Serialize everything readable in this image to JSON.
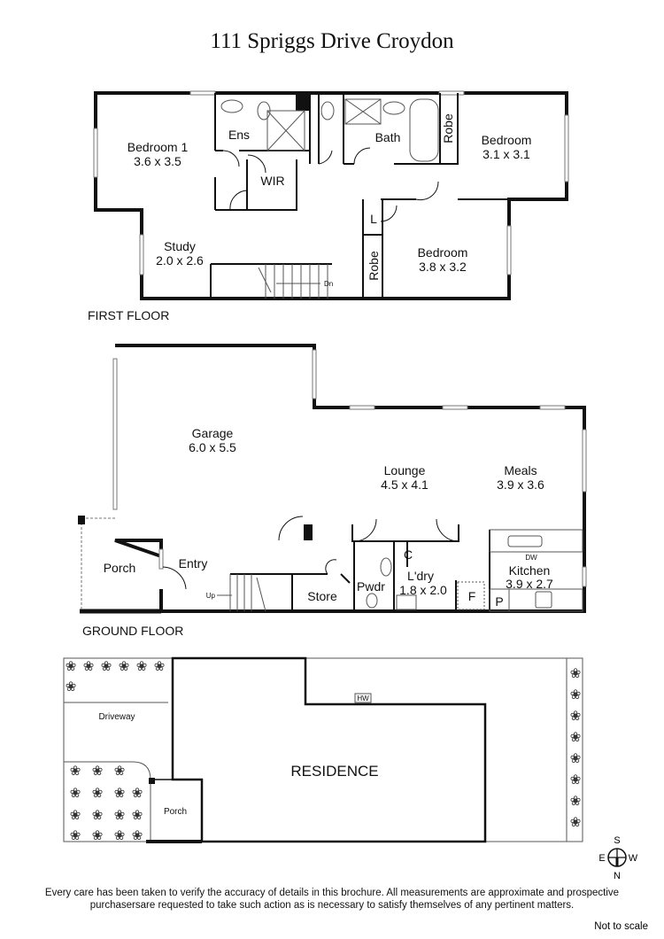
{
  "title": "111 Spriggs Drive Croydon",
  "first_floor": {
    "label": "FIRST FLOOR",
    "rooms": {
      "bedroom1": {
        "name": "Bedroom 1",
        "size": "3.6 x 3.5"
      },
      "ens": {
        "name": "Ens"
      },
      "wir": {
        "name": "WIR"
      },
      "bath": {
        "name": "Bath"
      },
      "robe1": {
        "name": "Robe"
      },
      "bedroom2": {
        "name": "Bedroom",
        "size": "3.1 x 3.1"
      },
      "linen": {
        "name": "L"
      },
      "robe2": {
        "name": "Robe"
      },
      "bedroom3": {
        "name": "Bedroom",
        "size": "3.8 x 3.2"
      },
      "study": {
        "name": "Study",
        "size": "2.0 x 2.6"
      }
    },
    "stairs_label": "Dn"
  },
  "ground_floor": {
    "label": "GROUND FLOOR",
    "rooms": {
      "garage": {
        "name": "Garage",
        "size": "6.0 x 5.5"
      },
      "lounge": {
        "name": "Lounge",
        "size": "4.5 x 4.1"
      },
      "meals": {
        "name": "Meals",
        "size": "3.9 x 3.6"
      },
      "porch": {
        "name": "Porch"
      },
      "entry": {
        "name": "Entry"
      },
      "store": {
        "name": "Store"
      },
      "pwdr": {
        "name": "Pwdr"
      },
      "cupboard": {
        "name": "C"
      },
      "laundry": {
        "name": "L'dry",
        "size": "1.8 x 2.0"
      },
      "fridge": {
        "name": "F"
      },
      "pantry": {
        "name": "P"
      },
      "kitchen": {
        "name": "Kitchen",
        "size": "3.9 x 2.7"
      },
      "dishwasher": {
        "name": "DW"
      }
    },
    "stairs_label": "Up"
  },
  "site_plan": {
    "driveway": "Driveway",
    "residence": "RESIDENCE",
    "porch": "Porch",
    "hot_water": "HW"
  },
  "compass": {
    "s": "S",
    "e": "E",
    "w": "W",
    "n": "N"
  },
  "disclaimer": {
    "line1": "Every care has been taken to verify the accuracy of details in this brochure. All measurements are approximate and prospective",
    "line2": "purchasersare requested to take such action as is necessary to satisfy themselves of any pertinent matters."
  },
  "scale_note": "Not to scale"
}
